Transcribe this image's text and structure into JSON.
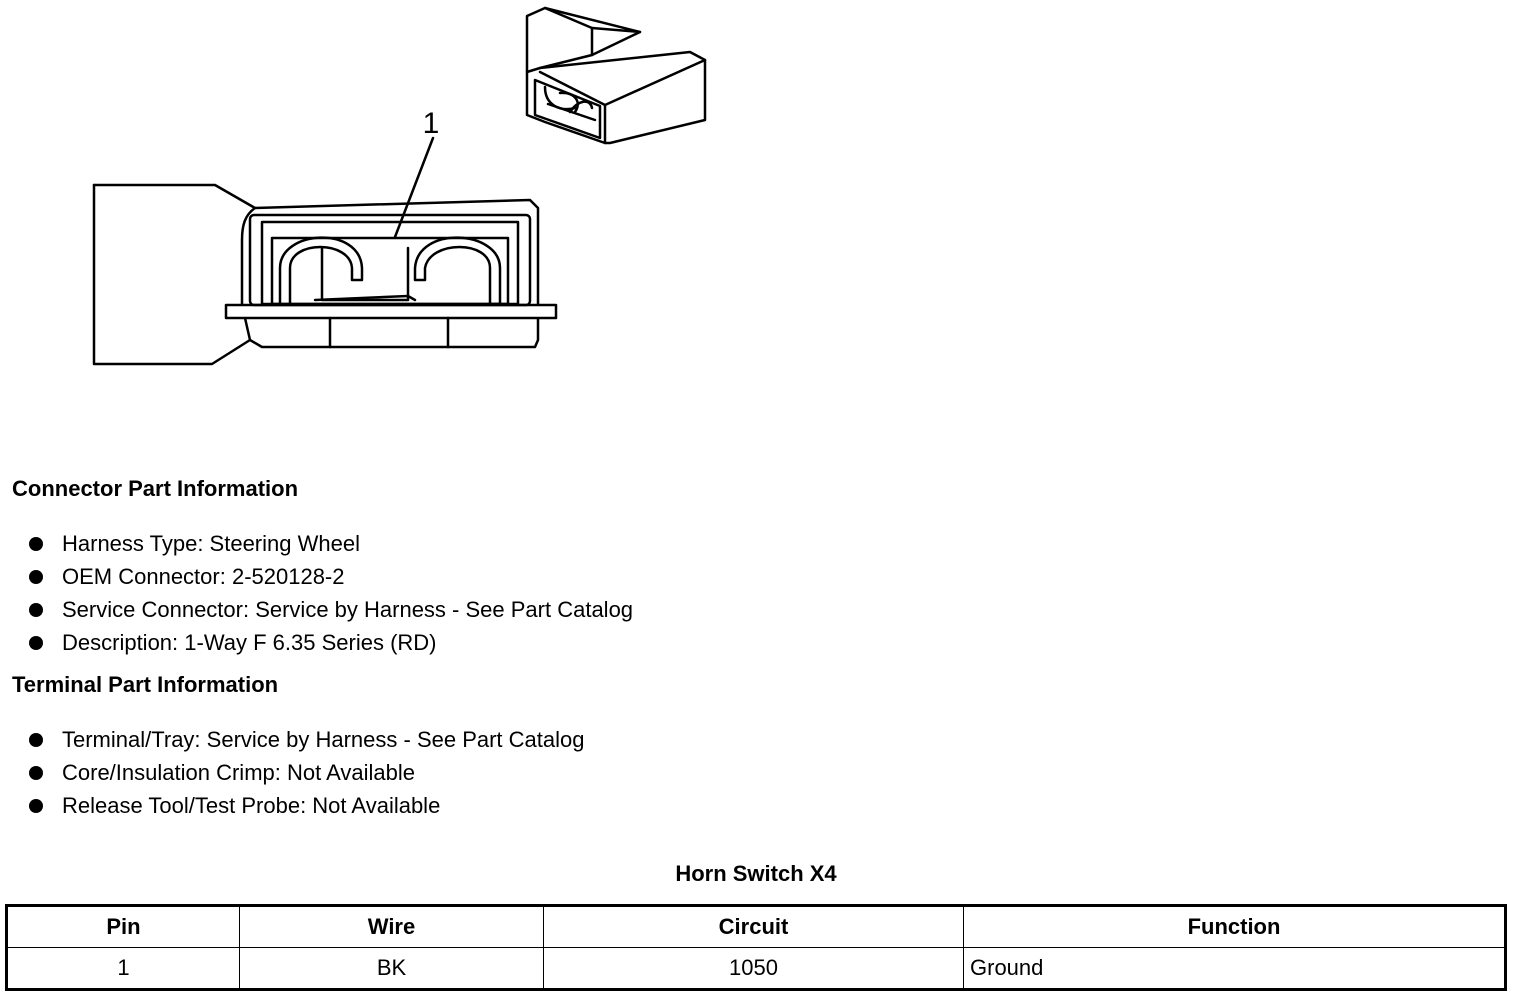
{
  "figure": {
    "callout_label": "1"
  },
  "connector_info": {
    "title": "Connector Part Information",
    "items": [
      "Harness Type: Steering Wheel",
      "OEM Connector: 2-520128-2",
      "Service Connector: Service by Harness - See Part Catalog",
      "Description: 1-Way F 6.35 Series (RD)"
    ]
  },
  "terminal_info": {
    "title": "Terminal Part Information",
    "items": [
      "Terminal/Tray: Service by Harness - See Part Catalog",
      "Core/Insulation Crimp: Not Available",
      "Release Tool/Test Probe: Not Available"
    ]
  },
  "pin_table": {
    "caption": "Horn Switch X4",
    "headers": [
      "Pin",
      "Wire",
      "Circuit",
      "Function"
    ],
    "rows": [
      [
        "1",
        "BK",
        "1050",
        "Ground"
      ]
    ]
  }
}
